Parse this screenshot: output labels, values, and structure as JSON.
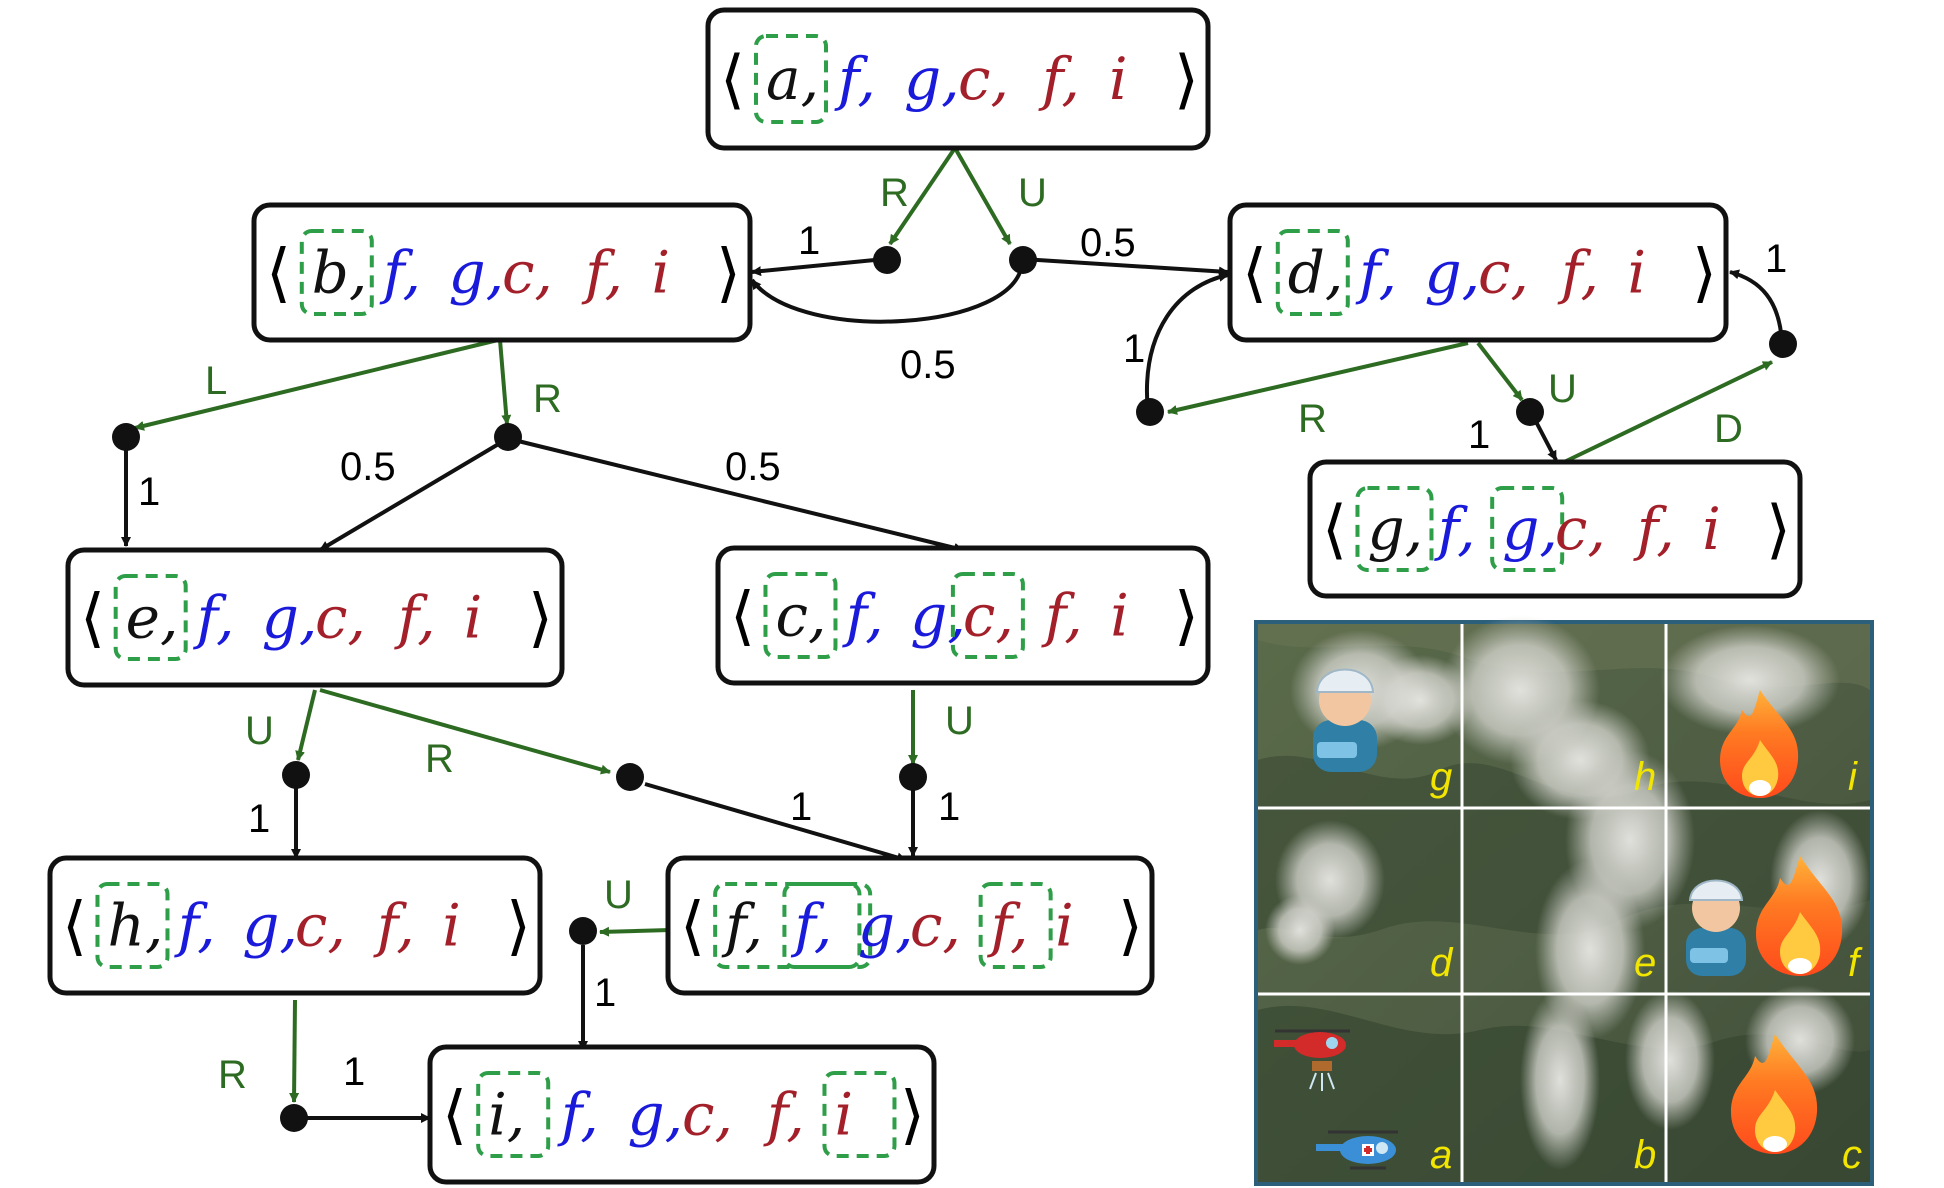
{
  "colors": {
    "black": "#111111",
    "blue": "#1a1adb",
    "red": "#a3202a",
    "green_edge": "#2e6b22",
    "green_dash": "#2e9e48",
    "cell_label": "#f2e600"
  },
  "states": [
    {
      "id": "a",
      "tokens": [
        {
          "t": "a,",
          "c": "black"
        },
        {
          "t": "f,",
          "c": "blue"
        },
        {
          "t": "g,",
          "c": "blue"
        },
        {
          "t": "c,",
          "c": "red"
        },
        {
          "t": "f,",
          "c": "red"
        },
        {
          "t": "i",
          "c": "red"
        }
      ]
    },
    {
      "id": "b",
      "tokens": [
        {
          "t": "b,",
          "c": "black"
        },
        {
          "t": "f,",
          "c": "blue"
        },
        {
          "t": "g,",
          "c": "blue"
        },
        {
          "t": "c,",
          "c": "red"
        },
        {
          "t": "f,",
          "c": "red"
        },
        {
          "t": "i",
          "c": "red"
        }
      ]
    },
    {
      "id": "d",
      "tokens": [
        {
          "t": "d,",
          "c": "black"
        },
        {
          "t": "f,",
          "c": "blue"
        },
        {
          "t": "g,",
          "c": "blue"
        },
        {
          "t": "c,",
          "c": "red"
        },
        {
          "t": "f,",
          "c": "red"
        },
        {
          "t": "i",
          "c": "red"
        }
      ]
    },
    {
      "id": "g",
      "tokens": [
        {
          "t": "g,",
          "c": "black"
        },
        {
          "t": "f,",
          "c": "blue"
        },
        {
          "t": "g,",
          "c": "blue"
        },
        {
          "t": "c,",
          "c": "red"
        },
        {
          "t": "f,",
          "c": "red"
        },
        {
          "t": "i",
          "c": "red"
        }
      ]
    },
    {
      "id": "e",
      "tokens": [
        {
          "t": "e,",
          "c": "black"
        },
        {
          "t": "f,",
          "c": "blue"
        },
        {
          "t": "g,",
          "c": "blue"
        },
        {
          "t": "c,",
          "c": "red"
        },
        {
          "t": "f,",
          "c": "red"
        },
        {
          "t": "i",
          "c": "red"
        }
      ]
    },
    {
      "id": "c",
      "tokens": [
        {
          "t": "c,",
          "c": "black"
        },
        {
          "t": "f,",
          "c": "blue"
        },
        {
          "t": "g,",
          "c": "blue"
        },
        {
          "t": "c,",
          "c": "red"
        },
        {
          "t": "f,",
          "c": "red"
        },
        {
          "t": "i",
          "c": "red"
        }
      ]
    },
    {
      "id": "h",
      "tokens": [
        {
          "t": "h,",
          "c": "black"
        },
        {
          "t": "f,",
          "c": "blue"
        },
        {
          "t": "g,",
          "c": "blue"
        },
        {
          "t": "c,",
          "c": "red"
        },
        {
          "t": "f,",
          "c": "red"
        },
        {
          "t": "i",
          "c": "red"
        }
      ]
    },
    {
      "id": "f",
      "tokens": [
        {
          "t": "f,",
          "c": "black"
        },
        {
          "t": "f,",
          "c": "blue"
        },
        {
          "t": "g,",
          "c": "blue"
        },
        {
          "t": "c,",
          "c": "red"
        },
        {
          "t": "f,",
          "c": "red"
        },
        {
          "t": "i",
          "c": "red"
        }
      ]
    },
    {
      "id": "i",
      "tokens": [
        {
          "t": "i,",
          "c": "black"
        },
        {
          "t": "f,",
          "c": "blue"
        },
        {
          "t": "g,",
          "c": "blue"
        },
        {
          "t": "c,",
          "c": "red"
        },
        {
          "t": "f,",
          "c": "red"
        },
        {
          "t": "i",
          "c": "red"
        }
      ]
    }
  ],
  "actions": {
    "a_R": "R",
    "a_U": "U",
    "b_L": "L",
    "b_R": "R",
    "d_R": "R",
    "d_U": "U",
    "g_D": "D",
    "e_U": "U",
    "e_R": "R",
    "c_U": "U",
    "f_U": "U",
    "h_R": "R"
  },
  "probabilities": {
    "aR_b": "1",
    "aU_d": "0.5",
    "aU_b": "0.5",
    "dR_d": "1",
    "gD_d": "1",
    "dU_g": "1",
    "bL_e": "1",
    "bR_e": "0.5",
    "bR_c": "0.5",
    "eU_h": "1",
    "eR_f": "1",
    "cU_f": "1",
    "fU_i": "1",
    "hR_i": "1"
  },
  "grid": {
    "labels": [
      "g",
      "h",
      "i",
      "d",
      "e",
      "f",
      "a",
      "b",
      "c"
    ],
    "icons": {
      "g": [
        "person-icon"
      ],
      "i": [
        "fire-icon"
      ],
      "f": [
        "person-icon",
        "fire-icon"
      ],
      "c": [
        "fire-icon"
      ],
      "a": [
        "firefighting-helicopter-icon",
        "medical-helicopter-icon"
      ]
    }
  }
}
